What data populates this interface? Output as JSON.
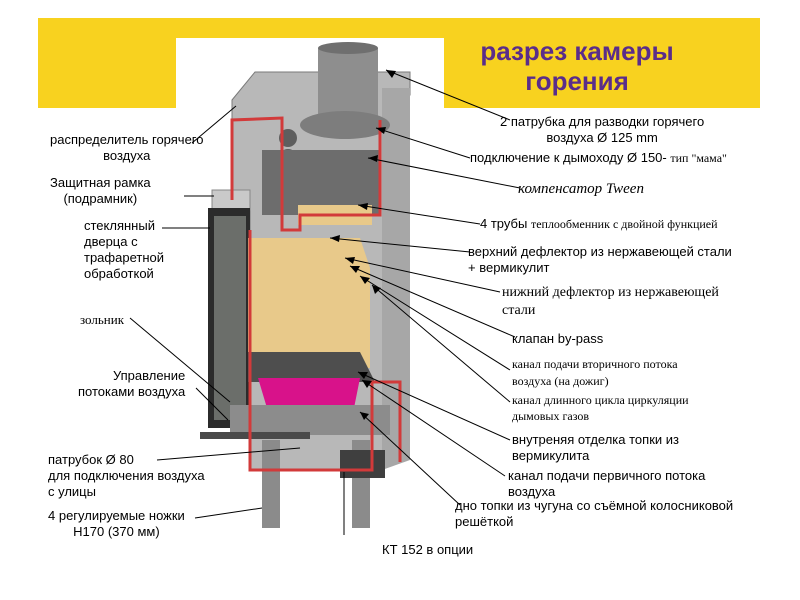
{
  "title_line1": "разрез камеры",
  "title_line2": "горения",
  "colors": {
    "banner": "#f8d21f",
    "title": "#5a2d8a",
    "casing": "#9a9a9a",
    "section_line": "#d23a3a",
    "vermiculite": "#e8c98a",
    "ash": "#d8128a"
  },
  "labels": {
    "air_distributor": [
      "распределитель горячего",
      "воздуха"
    ],
    "protective_frame": [
      "Защитная рамка",
      "(подрамник)"
    ],
    "glass_door": [
      "стеклянный",
      "дверца с",
      "трафаретной",
      "обработкой"
    ],
    "ash_pit": "зольник",
    "air_control": [
      "Управление",
      "потоками воздуха"
    ],
    "inlet_80": [
      "патрубок Ø 80",
      "для подключения воздуха",
      "с улицы"
    ],
    "legs": [
      "4 регулируемые ножки",
      "Н170 (370 мм)"
    ],
    "kt152": "КТ 152 в опции",
    "hot_air_outlets": [
      "2 патрубка для разводки горячего",
      "воздуха Ø 125 mm"
    ],
    "chimney_connection_main": "подключение к дымоходу Ø 150-",
    "chimney_connection_type": "тип \"мама\"",
    "compensator": "компенсатор Tween",
    "exchanger_tubes_main": "4 трубы",
    "exchanger_tubes_rest": "теплообменник с двойной функцией",
    "upper_deflector": [
      "верхний дефлектор из нержавеющей стали",
      "+ вермикулит"
    ],
    "lower_deflector": [
      "нижний дефлектор из нержавеющей",
      "стали"
    ],
    "bypass_valve": "клапан by-pass",
    "secondary_air": [
      "канал подачи вторичного потока",
      "воздуха (на дожиг)"
    ],
    "long_cycle": [
      "канал длинного цикла циркуляции",
      "дымовых газов"
    ],
    "inner_lining": [
      "внутреняя отделка топки из",
      "вермикулита"
    ],
    "primary_air": [
      "канал подачи первичного потока",
      "воздуха"
    ],
    "cast_iron_bottom": [
      "дно топки из чугуна со съёмной колосниковой",
      "решёткой"
    ]
  }
}
